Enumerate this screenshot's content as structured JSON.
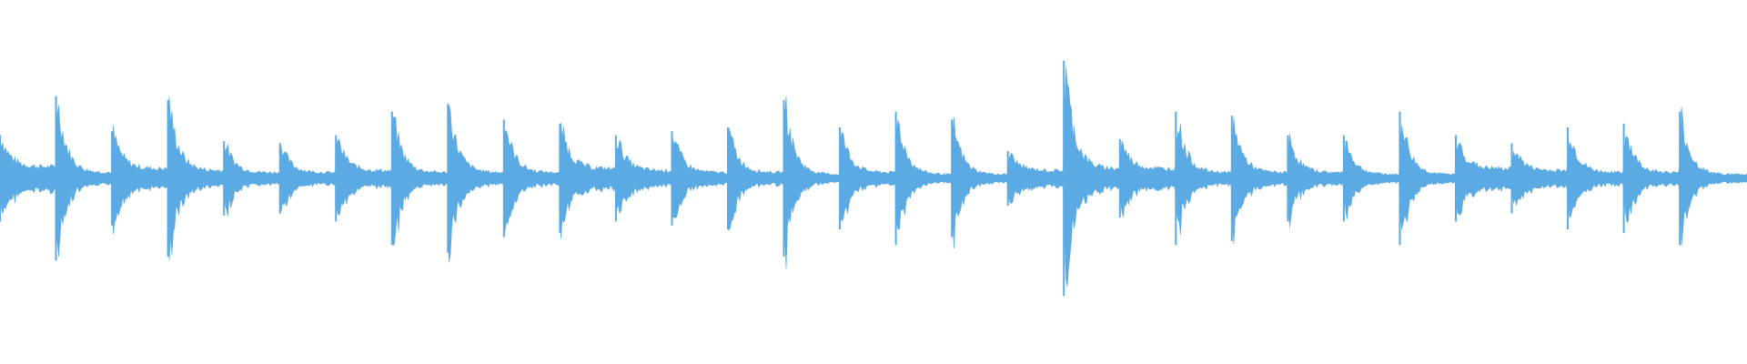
{
  "waveform": {
    "color": "#5baae3",
    "background": "#ffffff",
    "style": "mirrored-amplitude",
    "onsets": [
      {
        "peak": 0.22,
        "floor": 0.06
      },
      {
        "peak": 0.42,
        "floor": 0.03
      },
      {
        "peak": 0.24,
        "floor": 0.05
      },
      {
        "peak": 0.4,
        "floor": 0.04
      },
      {
        "peak": 0.19,
        "floor": 0.03
      },
      {
        "peak": 0.18,
        "floor": 0.03
      },
      {
        "peak": 0.22,
        "floor": 0.04
      },
      {
        "peak": 0.34,
        "floor": 0.03
      },
      {
        "peak": 0.38,
        "floor": 0.03
      },
      {
        "peak": 0.3,
        "floor": 0.03
      },
      {
        "peak": 0.28,
        "floor": 0.05
      },
      {
        "peak": 0.22,
        "floor": 0.04
      },
      {
        "peak": 0.24,
        "floor": 0.03
      },
      {
        "peak": 0.26,
        "floor": 0.03
      },
      {
        "peak": 0.4,
        "floor": 0.02
      },
      {
        "peak": 0.26,
        "floor": 0.03
      },
      {
        "peak": 0.34,
        "floor": 0.02
      },
      {
        "peak": 0.3,
        "floor": 0.02
      },
      {
        "peak": 0.14,
        "floor": 0.04
      },
      {
        "peak": 0.6,
        "floor": 0.05
      },
      {
        "peak": 0.2,
        "floor": 0.05
      },
      {
        "peak": 0.34,
        "floor": 0.03
      },
      {
        "peak": 0.32,
        "floor": 0.03
      },
      {
        "peak": 0.22,
        "floor": 0.03
      },
      {
        "peak": 0.22,
        "floor": 0.02
      },
      {
        "peak": 0.34,
        "floor": 0.02
      },
      {
        "peak": 0.22,
        "floor": 0.05
      },
      {
        "peak": 0.18,
        "floor": 0.04
      },
      {
        "peak": 0.26,
        "floor": 0.03
      },
      {
        "peak": 0.28,
        "floor": 0.03
      },
      {
        "peak": 0.34,
        "floor": 0.02
      }
    ]
  }
}
